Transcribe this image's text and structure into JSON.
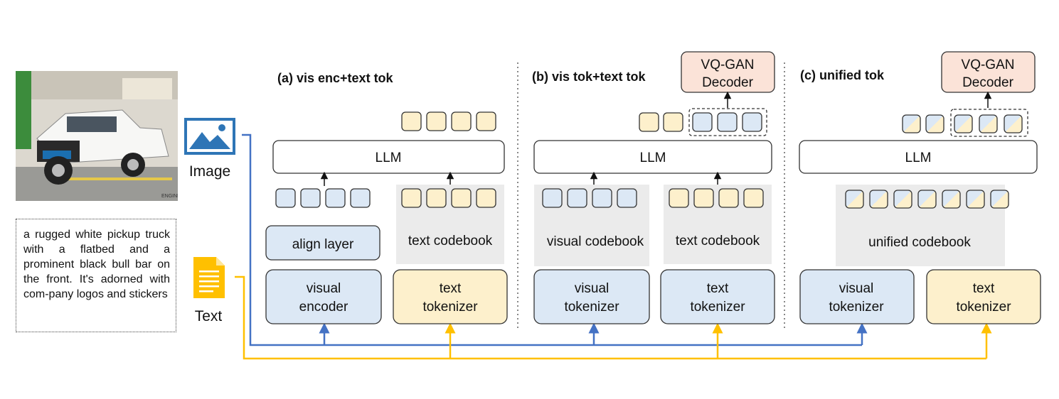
{
  "inputs": {
    "image_label": "Image",
    "text_label": "Text",
    "caption": "a rugged white pickup truck with a flatbed and a prominent black bull bar on the front. It's adorned with com-pany logos and stickers",
    "photo_icon": "image-file-icon",
    "text_icon": "text-document-icon"
  },
  "panels": {
    "a": {
      "title": "(a) vis enc+text tok",
      "llm": "LLM",
      "align_layer": "align layer",
      "text_codebook": "text codebook",
      "visual_encoder": [
        "visual",
        "encoder"
      ],
      "text_tokenizer": [
        "text",
        "tokenizer"
      ]
    },
    "b": {
      "title": "(b) vis tok+text tok",
      "llm": "LLM",
      "decoder": [
        "VQ-GAN",
        "Decoder"
      ],
      "visual_codebook": "visual codebook",
      "text_codebook": "text codebook",
      "visual_tokenizer": [
        "visual",
        "tokenizer"
      ],
      "text_tokenizer": [
        "text",
        "tokenizer"
      ]
    },
    "c": {
      "title": "(c) unified tok",
      "llm": "LLM",
      "decoder": [
        "VQ-GAN",
        "Decoder"
      ],
      "unified_codebook": "unified codebook",
      "visual_tokenizer": [
        "visual",
        "tokenizer"
      ],
      "text_tokenizer": [
        "text",
        "tokenizer"
      ]
    }
  },
  "colors": {
    "visual": "#dce8f5",
    "text": "#fdf0cc",
    "decoder": "#fbe3d8",
    "codebook_bg": "#ebebeb",
    "blue_line": "#4472c4",
    "yellow_line": "#ffc000",
    "icon_blue": "#2e75b6",
    "icon_yellow": "#ffc000"
  }
}
